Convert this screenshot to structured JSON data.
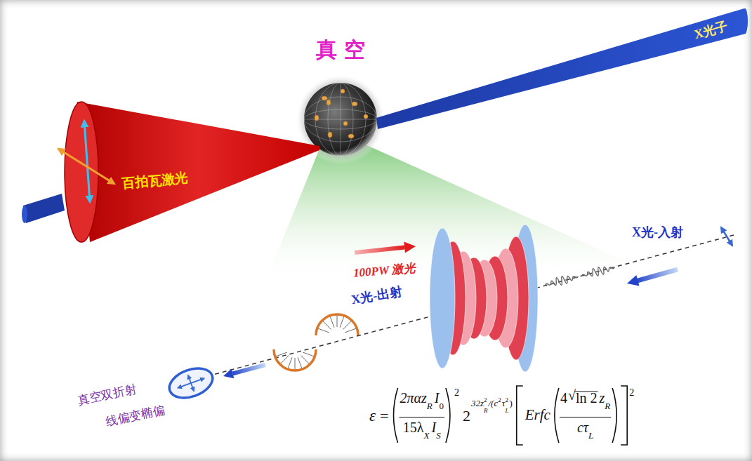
{
  "diagram": {
    "nodes": [
      {
        "text": [
          "百拍瓦激光"
        ]
      },
      {
        "text": [
          "X光子"
        ]
      }
    ],
    "labels": [
      "真空",
      "100PW 激光",
      "X光-入射",
      "X光-出射",
      "真空双折射",
      "线偏变椭偏",
      "ε",
      "=",
      "2παz",
      "R",
      "I",
      "0",
      "15λ",
      "X",
      "I",
      "S",
      "2",
      "2",
      "32z",
      "R",
      "2",
      "/(c",
      "2",
      "τ",
      "L",
      "2",
      ")",
      "Erfc",
      "4",
      "√",
      "ln 2",
      "z",
      "R",
      "cτ",
      "L",
      "2"
    ]
  }
}
